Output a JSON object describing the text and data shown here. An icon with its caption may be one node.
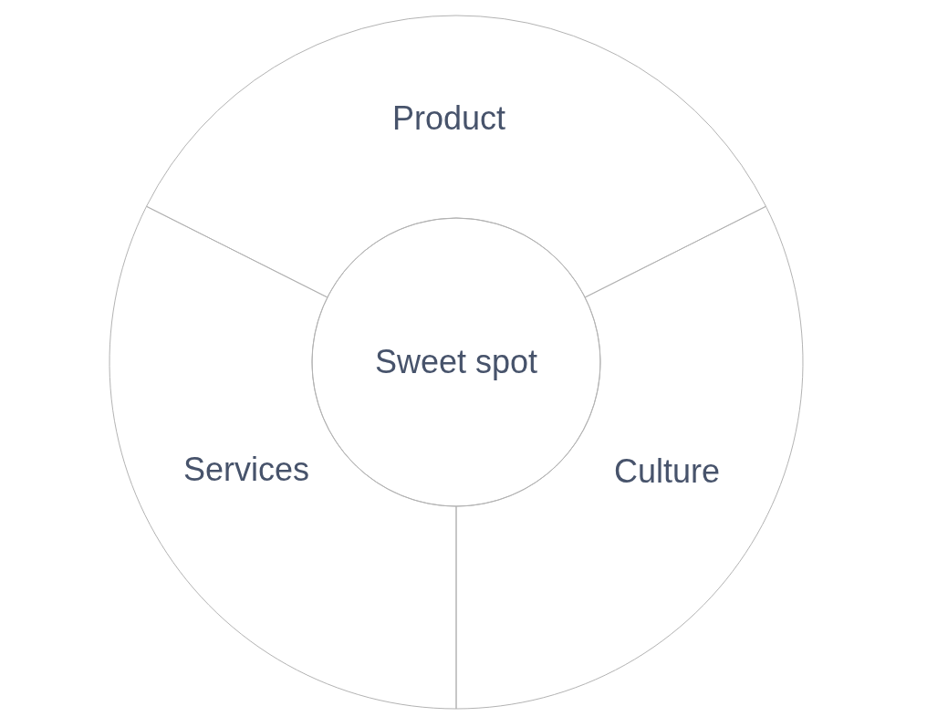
{
  "diagram": {
    "nodes": [
      {
        "text": [
          "Product"
        ]
      },
      {
        "text": [
          "Sweet spot"
        ]
      },
      {
        "text": [
          "Services"
        ]
      },
      {
        "text": [
          "Culture"
        ]
      }
    ]
  }
}
